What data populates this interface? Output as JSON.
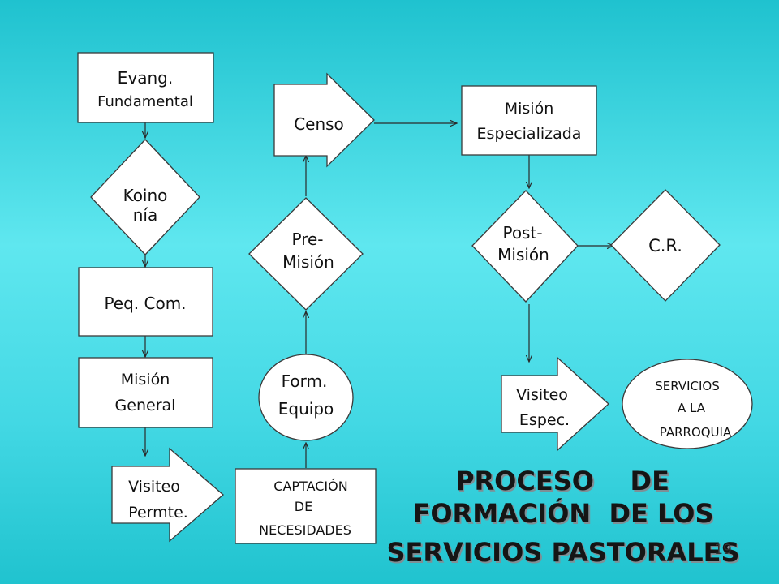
{
  "diagram": {
    "evang": {
      "line1": "Evang.",
      "line2": "Fundamental"
    },
    "koinonia": {
      "line1": "Koino",
      "line2": "nía"
    },
    "peq_com": {
      "line1": "Peq. Com."
    },
    "mision_general": {
      "line1": "Misión",
      "line2": "General"
    },
    "visiteo_permte": {
      "line1": "Visiteo",
      "line2": "Permte."
    },
    "captacion": {
      "line1": "CAPTACIÓN",
      "line2": "DE",
      "line3": "NECESIDADES"
    },
    "form_equipo": {
      "line1": "Form.",
      "line2": "Equipo"
    },
    "pre_mision": {
      "line1": "Pre-",
      "line2": "Misión"
    },
    "censo": {
      "line1": "Censo"
    },
    "mision_especializada": {
      "line1": "Misión",
      "line2": "Especializada"
    },
    "post_mision": {
      "line1": "Post-",
      "line2": "Misión"
    },
    "cr": {
      "line1": "C.R."
    },
    "visiteo_espec": {
      "line1": "Visiteo",
      "line2": "Espec."
    },
    "servicios": {
      "line1": "SERVICIOS",
      "line2": "A LA",
      "line3": "PARROQUIA"
    }
  },
  "title": {
    "line1": "PROCESO    DE",
    "line2": "FORMACIÓN  DE LOS",
    "line3": "SERVICIOS PASTORALES"
  },
  "page_number": "19",
  "colors": {
    "background": "#3fd7e3",
    "shape_fill": "#ffffff",
    "text": "#111111"
  }
}
